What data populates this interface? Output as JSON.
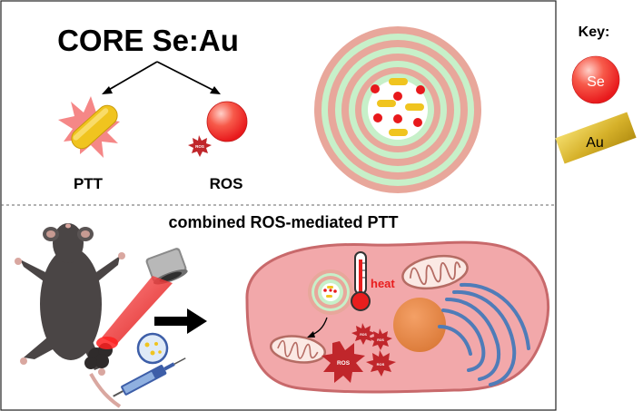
{
  "top_panel": {
    "title": "CORE Se:Au",
    "ptt_label": "PTT",
    "ros_label": "ROS",
    "ros_burst_label": "ROS"
  },
  "bottom_panel": {
    "title": "combined ROS-mediated PTT",
    "heat_label": "heat",
    "ros_bursts": [
      "ROS",
      "ROS",
      "ROS",
      "ROS"
    ]
  },
  "key": {
    "title": "Key:",
    "se_label": "Se",
    "au_label": "Au"
  },
  "colors": {
    "se_red": "#e8191c",
    "au_gold": "#e9b920",
    "ring_pink": "#e8a79b",
    "ring_green": "#c7f0c9",
    "cell_fill": "#f2a8aa",
    "nucleus": "#e98a4a",
    "er_blue": "#4f7cb8",
    "mouse": "#4a4545",
    "laser_red": "#e81e1e"
  }
}
